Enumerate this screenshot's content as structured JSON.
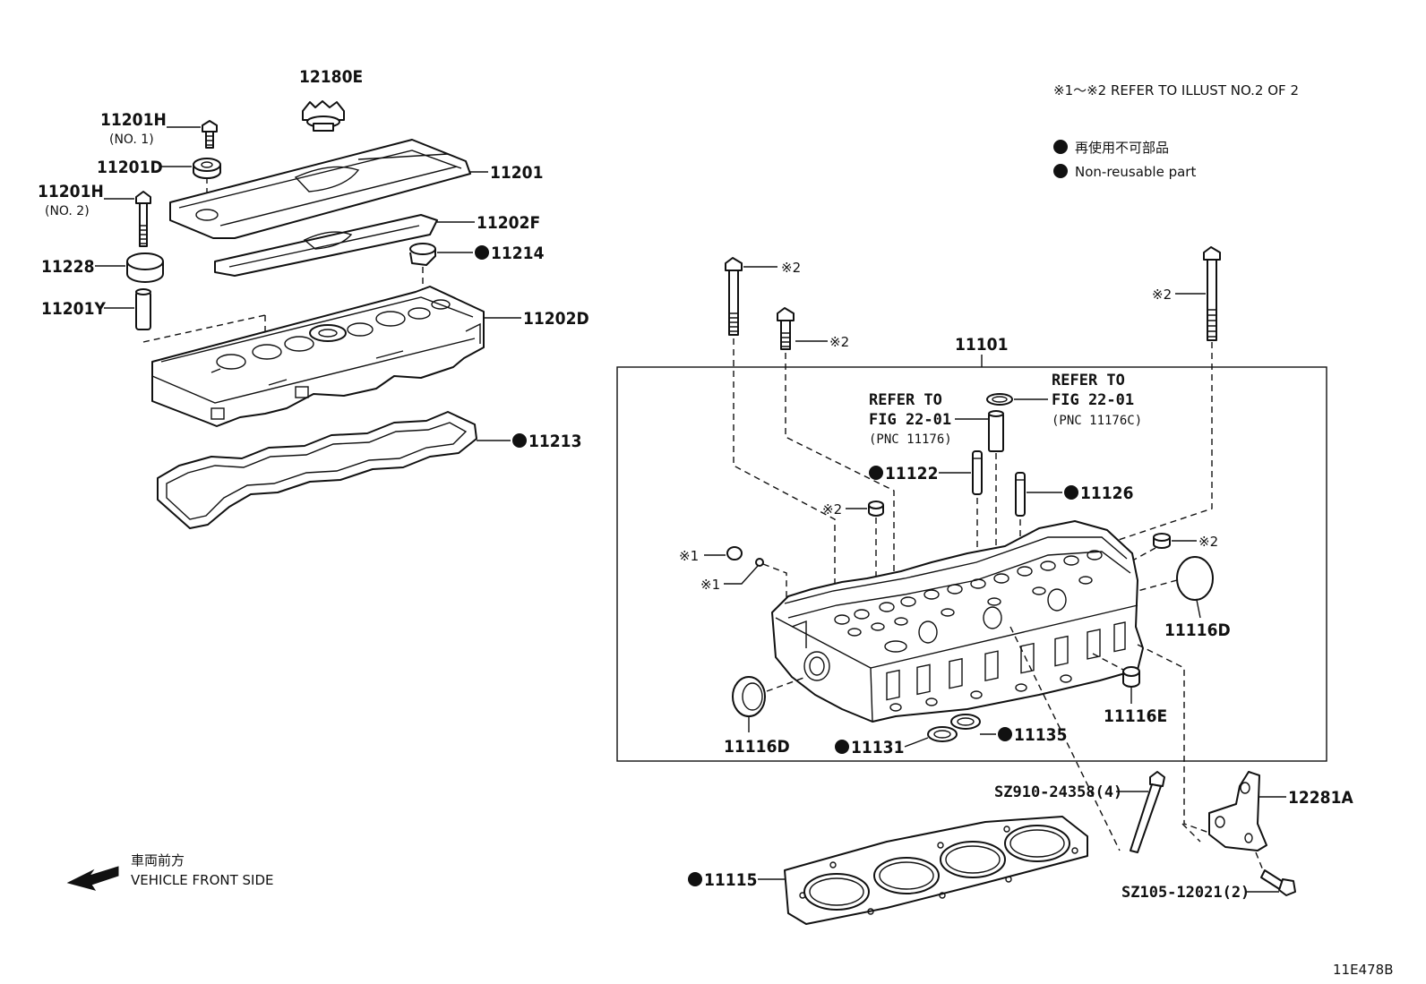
{
  "header": {
    "refer_note": "※1～※2 REFER TO ILLUST NO.2 OF 2",
    "legend_jp": "再使用不可部品",
    "legend_en": "Non-reusable part"
  },
  "labels": {
    "p12180E": "12180E",
    "p11201H_1": "11201H",
    "p11201H_1_sub": "(NO. 1)",
    "p11201D": "11201D",
    "p11201": "11201",
    "p11201H_2": "11201H",
    "p11201H_2_sub": "(NO. 2)",
    "p11202F": "11202F",
    "p11228": "11228",
    "p11214": "11214",
    "p11201Y": "11201Y",
    "p11202D": "11202D",
    "p11213": "11213",
    "p11101": "11101",
    "ref_a_1": "REFER TO",
    "ref_a_2": "FIG 22-01",
    "ref_a_3": "(PNC 11176)",
    "ref_b_1": "REFER TO",
    "ref_b_2": "FIG 22-01",
    "ref_b_3": "(PNC 11176C)",
    "p11122": "11122",
    "p11126": "11126",
    "m2_a": "※2",
    "m2_b": "※2",
    "m2_c": "※2",
    "m2_d": "※2",
    "m2_e": "※2",
    "m1_a": "※1",
    "m1_b": "※1",
    "p11116D_r": "11116D",
    "p11116E": "11116E",
    "p11116D_l": "11116D",
    "p11131": "11131",
    "p11135": "11135",
    "sz910": "SZ910-24358(4)",
    "p12281A": "12281A",
    "p11115": "11115",
    "sz105": "SZ105-12021(2)",
    "front_jp": "車両前方",
    "front_en": "VEHICLE FRONT SIDE",
    "figure_code": "11E478B"
  }
}
